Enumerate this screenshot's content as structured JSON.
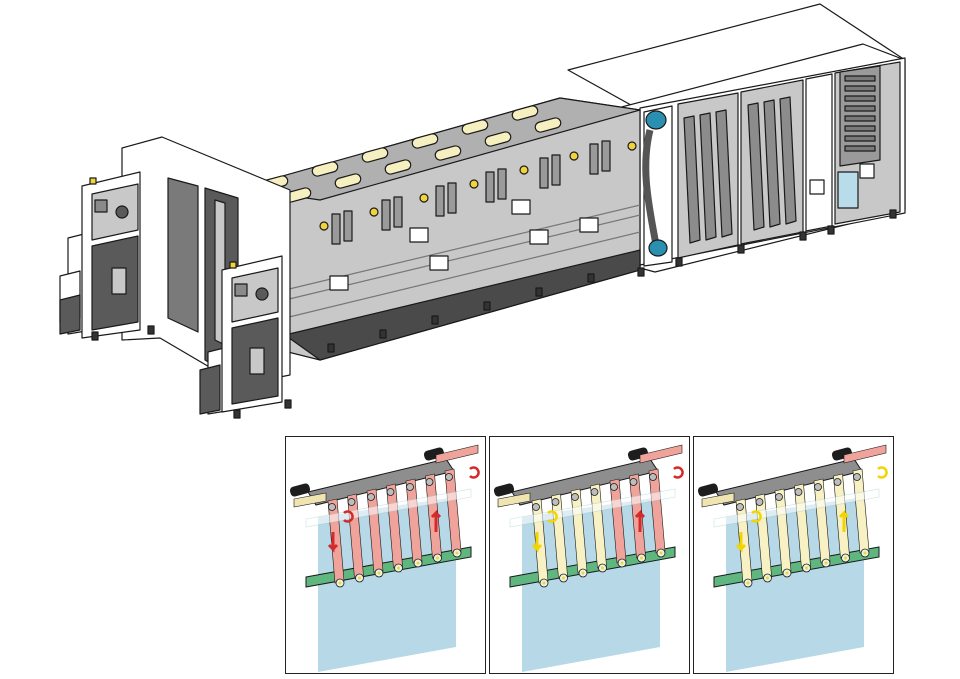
{
  "figure": {
    "title": "",
    "colors": {
      "frame_white": "#ffffff",
      "panel_grey": "#c8c8c8",
      "dark_grey": "#5a5a5a",
      "outline": "#1a1a1a",
      "roll_cream": "#f6efbf",
      "blower_teal": "#2a8fb0",
      "tank_blue": "#b9dcea",
      "lamp_yellow": "#f2d43a",
      "web_red": "#f0a39b",
      "web_cream": "#f8f1c4",
      "bath_blue": "#b7d8e6",
      "guide_green": "#5fb67f",
      "arrow_red": "#d42a2a",
      "arrow_yellow": "#f2d400"
    }
  },
  "panels": [
    {
      "state": "red-web",
      "web_colors": [
        "red",
        "red",
        "red",
        "red",
        "red",
        "red",
        "red"
      ]
    },
    {
      "state": "transition",
      "web_colors": [
        "cream",
        "cream",
        "cream",
        "cream",
        "red",
        "red",
        "red"
      ]
    },
    {
      "state": "cream-web",
      "web_colors": [
        "cream",
        "cream",
        "cream",
        "cream",
        "cream",
        "cream",
        "cream"
      ]
    }
  ]
}
